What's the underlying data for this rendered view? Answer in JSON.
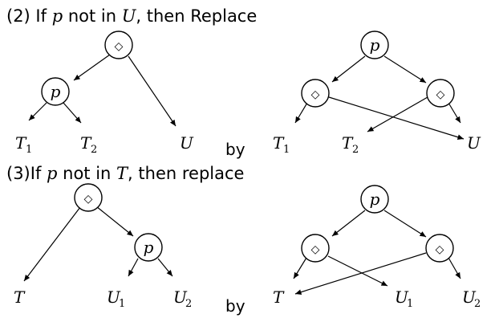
{
  "rules": [
    {
      "prefix": "(2) If ",
      "var": "p",
      "mid": " not in ",
      "set": "U",
      "suffix": ", then Replace"
    },
    {
      "prefix": "(3)If ",
      "var": "p",
      "mid": " not in ",
      "set": "T",
      "suffix": ", then replace"
    }
  ],
  "by": "by",
  "symbols": {
    "diamond": "◇",
    "p": "p",
    "T": "T",
    "U": "U",
    "sub1": "1",
    "sub2": "2"
  }
}
